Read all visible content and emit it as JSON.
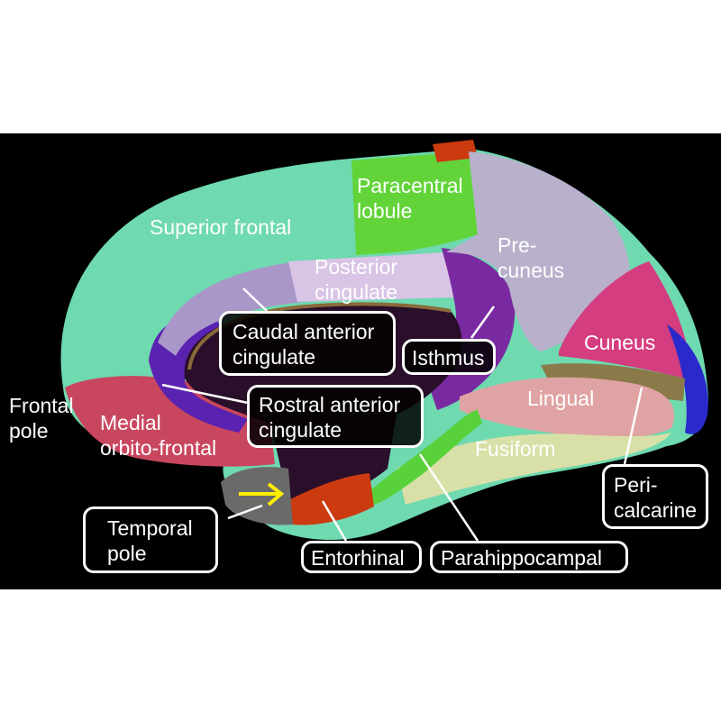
{
  "labels": {
    "superior_frontal": "Superior frontal",
    "paracentral": "Paracentral\nlobule",
    "precuneus": "Pre-\ncuneus",
    "posterior_cingulate": "Posterior\ncingulate",
    "caudal_anterior_cingulate": "Caudal anterior\ncingulate",
    "isthmus": "Isthmus",
    "cuneus": "Cuneus",
    "frontal_pole": "Frontal\npole",
    "medial_orbitofrontal": "Medial\norbito-frontal",
    "rostral_anterior_cingulate": "Rostral anterior\ncingulate",
    "lingual": "Lingual",
    "fusiform": "Fusiform",
    "pericalcarine": "Peri-\ncalcarine",
    "temporal_pole": "Temporal\npole",
    "entorhinal": "Entorhinal",
    "parahippocampal": "Parahippocampal"
  },
  "colors": {
    "background": "#000000",
    "superior_frontal": "#6fd9b0",
    "paracentral": "#62d43a",
    "precuneus": "#b9b0cc",
    "posterior_cingulate": "#d9c4e6",
    "caudal_anterior_cingulate": "#a997c9",
    "isthmus": "#7a2aa0",
    "cuneus": "#d43d7f",
    "medial_orbitofrontal": "#c8475e",
    "rostral_anterior_cingulate": "#5a22b0",
    "lingual": "#e0a3a3",
    "fusiform": "#d8e0a8",
    "pericalcarine": "#8a7a4a",
    "entorhinal": "#cc3a10",
    "parahippocampal": "#58d13a",
    "temporal_pole": "#6a6a6a",
    "lateral_occipital": "#2a2acc",
    "corpus_callosum": "#2a0f2a",
    "arrow": "#ffee00"
  }
}
